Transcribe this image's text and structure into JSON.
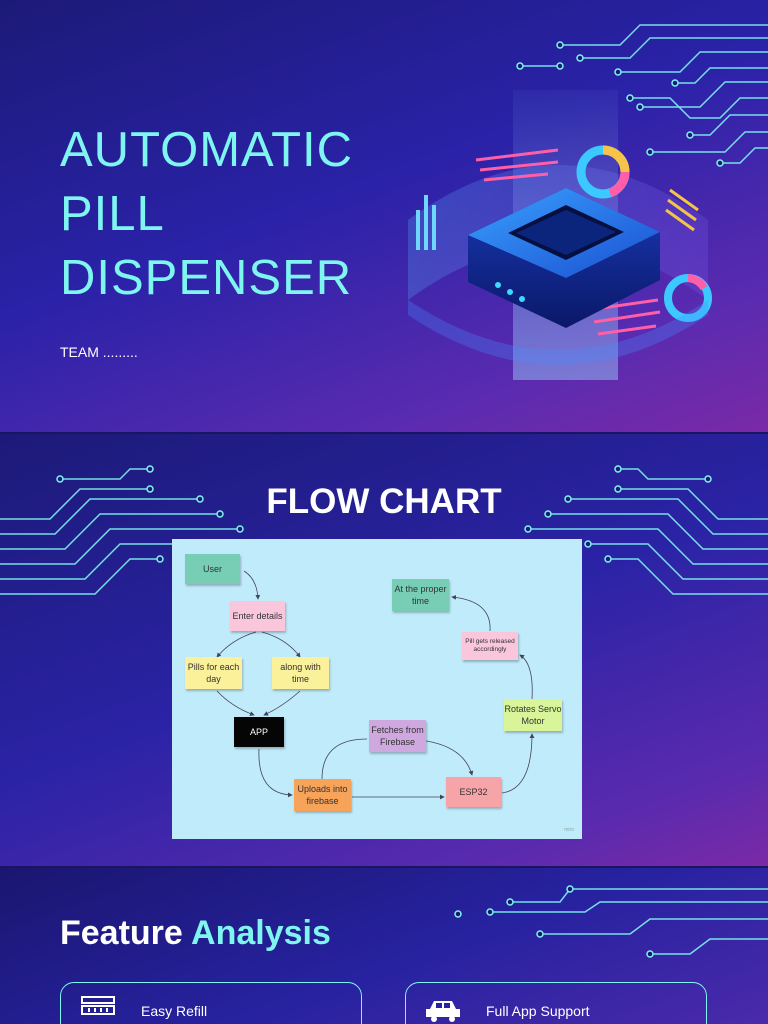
{
  "slide1": {
    "title_lines": [
      "AUTOMATIC",
      "PILL",
      "DISPENSER"
    ],
    "team": "TEAM ........."
  },
  "slide2": {
    "title": "FLOW CHART",
    "notes": {
      "user": "User",
      "enter_details": "Enter details",
      "pills_for_each_day": "Pills for each day",
      "along_with_time": "along with time",
      "app": "APP",
      "uploads_into_firebase": "Uploads into firebase",
      "fetches_from_firebase": "Fetches from Firebase",
      "esp32": "ESP32",
      "rotates_servo_motor": "Rotates Servo Motor",
      "pill_gets_released": "Pill gets released accordingly",
      "at_proper_time": "At the proper time"
    }
  },
  "slide3": {
    "title_plain": "Feature",
    "title_accent": "Analysis",
    "cards": [
      {
        "label": "Easy Refill",
        "icon": "refill-icon"
      },
      {
        "label": "Full App Support",
        "icon": "app-support-icon"
      }
    ]
  },
  "colors": {
    "accent_cyan": "#7ff5f0",
    "background_deep": "#1c1a78",
    "background_violet": "#7a2aa6",
    "flowchart_bg": "#c0ebfb"
  }
}
